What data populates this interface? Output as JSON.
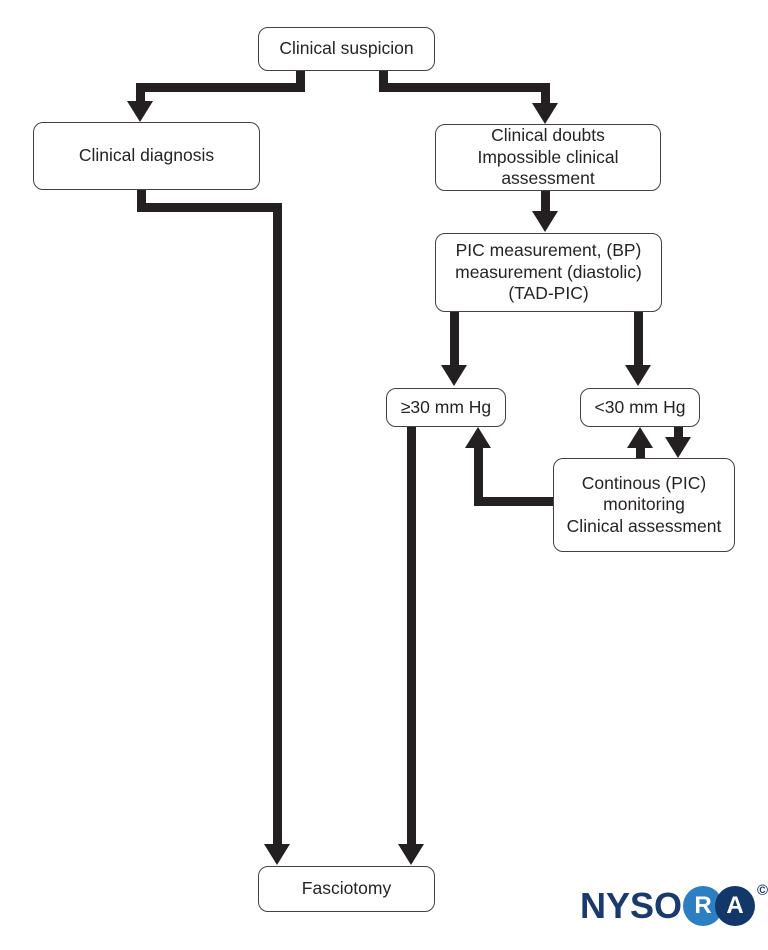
{
  "nodes": {
    "clinical_suspicion": {
      "lines": [
        "Clinical suspicion"
      ]
    },
    "clinical_diagnosis": {
      "lines": [
        "Clinical diagnosis"
      ]
    },
    "clinical_doubts": {
      "lines": [
        "Clinical doubts",
        "Impossible clinical",
        "assessment"
      ]
    },
    "pic_measurement": {
      "lines": [
        "PIC measurement, (BP)",
        "measurement (diastolic)",
        "(TAD-PIC)"
      ]
    },
    "ge_30": {
      "lines": [
        "≥30 mm Hg"
      ]
    },
    "lt_30": {
      "lines": [
        "<30 mm Hg"
      ]
    },
    "continous_monitoring": {
      "lines": [
        "Continous (PIC)",
        "monitoring",
        "Clinical assessment"
      ]
    },
    "fasciotomy": {
      "lines": [
        "Fasciotomy"
      ]
    }
  },
  "edges": [
    {
      "from": "clinical_suspicion",
      "to": "clinical_diagnosis"
    },
    {
      "from": "clinical_suspicion",
      "to": "clinical_doubts"
    },
    {
      "from": "clinical_doubts",
      "to": "pic_measurement"
    },
    {
      "from": "pic_measurement",
      "to": "ge_30"
    },
    {
      "from": "pic_measurement",
      "to": "lt_30"
    },
    {
      "from": "lt_30",
      "to": "continous_monitoring"
    },
    {
      "from": "continous_monitoring",
      "to": "lt_30"
    },
    {
      "from": "continous_monitoring",
      "to": "ge_30"
    },
    {
      "from": "ge_30",
      "to": "fasciotomy"
    },
    {
      "from": "clinical_diagnosis",
      "to": "fasciotomy"
    }
  ],
  "logo": {
    "wordmark": "NYSO",
    "r_badge": "R",
    "a_badge": "A",
    "copyright": "©"
  },
  "colors": {
    "background": "#ffffff",
    "line": "#241f21",
    "box_border": "#454142",
    "text": "#272324",
    "logo_navy": "#1a3a6e",
    "logo_blue": "#2d7fc3",
    "logo_dark_circle": "#123768"
  }
}
